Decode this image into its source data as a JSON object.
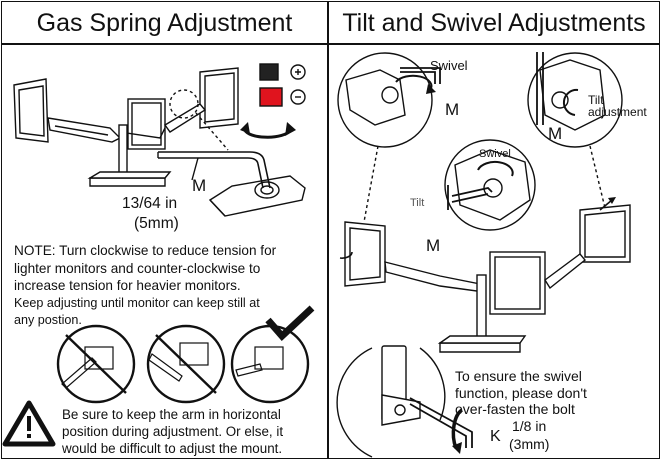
{
  "left_panel": {
    "title": "Gas Spring Adjustment",
    "hex_key_letter": "M",
    "hex_size": "13/64 in",
    "hex_size_mm": "(5mm)",
    "note_line1": "NOTE: Turn clockwise to reduce tension for",
    "note_line2": "lighter monitors and counter-clockwise to",
    "note_line3": "increase tension for heavier monitors.",
    "note_line4": "Keep adjusting until monitor can keep still at",
    "note_line5": "any postion.",
    "warning_line1": "Be sure to keep the arm in horizontal",
    "warning_line2": "position during adjustment. Or else, it",
    "warning_line3": "would be difficult to adjust the mount."
  },
  "right_panel": {
    "title": "Tilt and Swivel Adjustments",
    "swivel_label": "Swivel",
    "swivel_label_center": "Swivel",
    "tilt_label": "Tilt",
    "tilt_adjust_line1": "Tilt",
    "tilt_adjust_line2": "adjustment",
    "key_m1": "M",
    "key_m2": "M",
    "key_m3": "M",
    "bolt_line1": "To ensure the swivel",
    "bolt_line2": "function, please don't",
    "bolt_line3": "over-fasten the bolt",
    "bolt_key_letter": "K",
    "bolt_size": "1/8 in",
    "bolt_size_mm": "(3mm)"
  },
  "colors": {
    "plus_swatch": "#222222",
    "minus_swatch": "#e0141e",
    "line": "#111111"
  }
}
